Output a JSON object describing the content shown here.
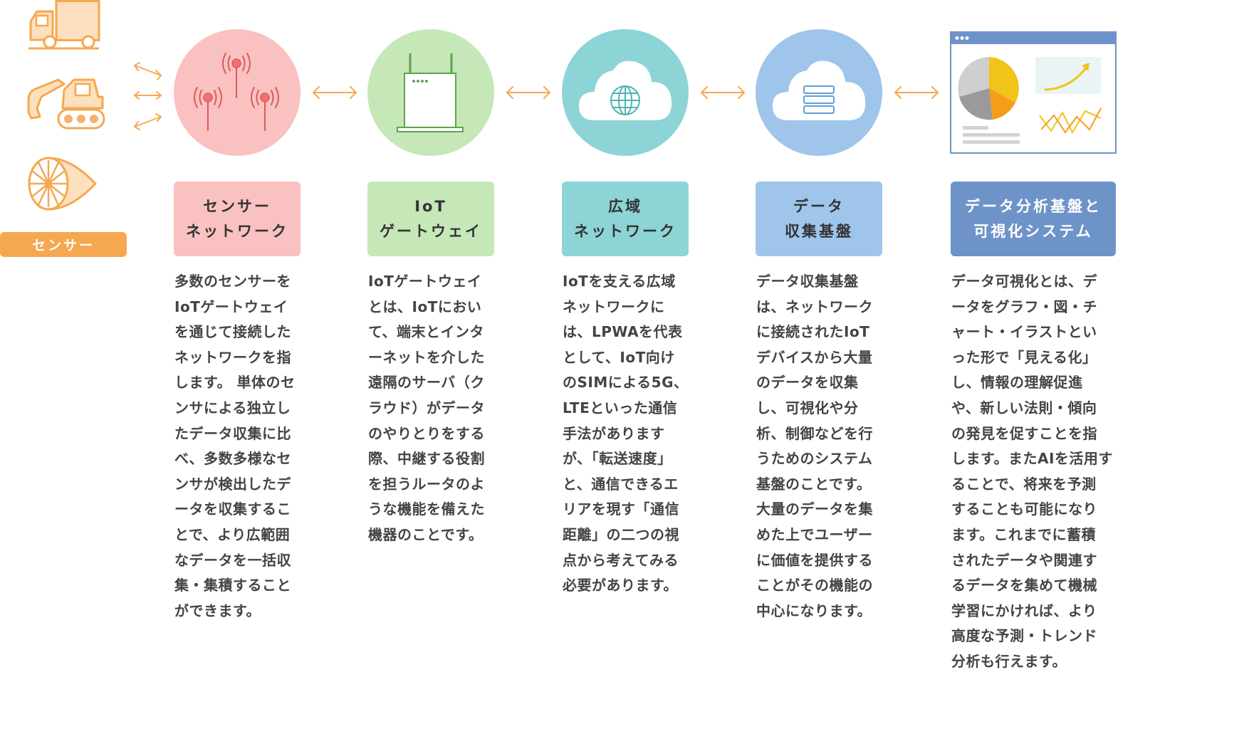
{
  "sensor": {
    "badge_label": "センサー"
  },
  "colors": {
    "orange": "#f5a84f",
    "sensor_network": "#f9c1c0",
    "iot_gateway": "#c6e7b8",
    "wide_area": "#8dd4d6",
    "data_collection": "#9fc5ea",
    "analysis": "#6e93c8"
  },
  "icons": [
    "truck-icon",
    "excavator-icon",
    "turbine-icon",
    "antenna-icon",
    "router-icon",
    "cloud-globe-icon",
    "cloud-server-icon",
    "dashboard-icon",
    "double-arrow-icon"
  ],
  "stages": [
    {
      "label": "センサー\nネットワーク",
      "description": "多数のセンサーを\nIoTゲートウェイ\nを通じて接続した\nネットワークを指\nします。 単体のセ\nンサによる独立し\nたデータ収集に比\nべ、多数多様なセ\nンサが検出したデ\nータを収集するこ\nとで、より広範囲\nなデータを一括収\n集・集積すること\nができます。"
    },
    {
      "label": "IoT\nゲートウェイ",
      "description": "IoTゲートウェイ\nとは、IoTにおい\nて、端末とインタ\nーネットを介した\n遠隔のサーバ（ク\nラウド）がデータ\nのやりとりをする\n際、中継する役割\nを担うルータのよ\nうな機能を備えた\n機器のことです。"
    },
    {
      "label": "広域\nネットワーク",
      "description": "IoTを支える広域\nネットワークに\nは、LPWAを代表\nとして、IoT向け\nのSIMによる5G、\nLTEといった通信\n手法があります\nが、「転送速度」\nと、通信できるエ\nリアを現す「通信\n距離」の二つの視\n点から考えてみる\n必要があります。"
    },
    {
      "label": "データ\n収集基盤",
      "description": "データ収集基盤\nは、ネットワーク\nに接続されたIoT\nデバイスから大量\nのデータを収集\nし、可視化や分\n析、制御などを行\nうためのシステム\n基盤のことです。\n大量のデータを集\nめた上でユーザー\nに価値を提供する\nことがその機能の\n中心になります。"
    },
    {
      "label": "データ分析基盤と\n可視化システム",
      "description": "データ可視化とは、デ\nータをグラフ・図・チ\nャート・イラストとい\nった形で「見える化」\nし、情報の理解促進\nや、新しい法則・傾向\nの発見を促すことを指\nします。またAIを活用す\nることで、将来を予測\nすることも可能になり\nます。これまでに蓄積\nされたデータや関連す\nるデータを集めて機械\n学習にかければ、より\n高度な予測・トレンド\n分析も行えます。"
    }
  ]
}
